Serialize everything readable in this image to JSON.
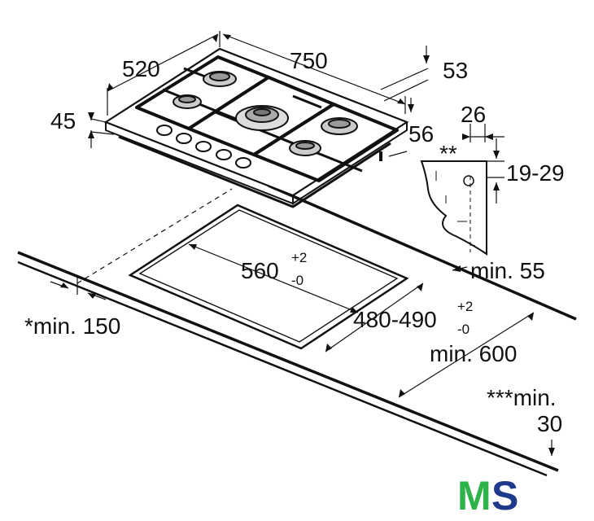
{
  "dimensions": {
    "width_top": "750",
    "depth_top": "520",
    "height_45": "45",
    "dim_53": "53",
    "dim_56": "56",
    "dim_26": "26",
    "dim_19_29": "19-29",
    "double_star": "**",
    "cutout_width": "560",
    "cutout_width_tol_plus": "+2",
    "cutout_width_tol_minus": "-0",
    "cutout_depth": "480-490",
    "cutout_depth_tol_plus": "+2",
    "cutout_depth_tol_minus": "-0",
    "min_55": "min. 55",
    "min_150": "*min. 150",
    "min_600": "min. 600",
    "min_30_line1": "***min.",
    "min_30_line2": "30"
  },
  "logo": {
    "letter_m": "M",
    "letter_s": "S",
    "color_m": "#2db34a",
    "color_s": "#1f3a8a"
  }
}
